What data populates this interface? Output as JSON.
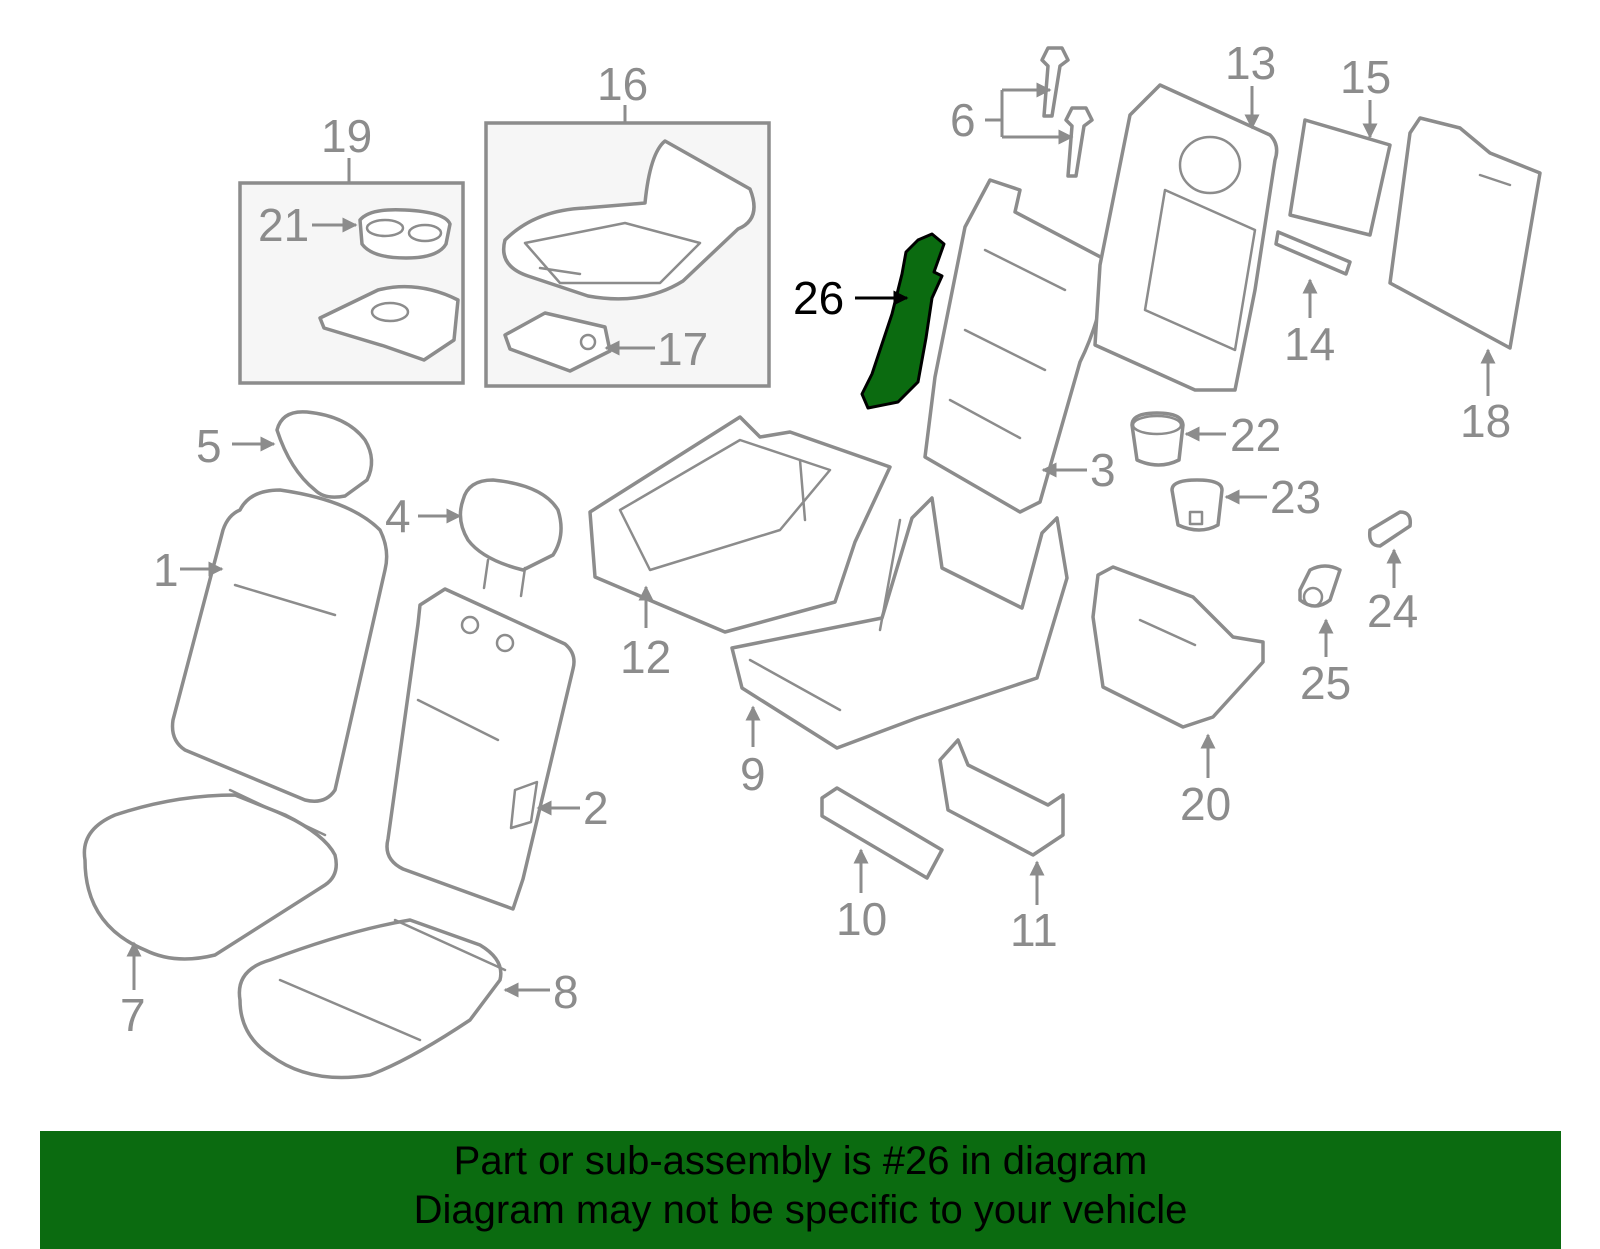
{
  "diagram": {
    "highlight_color": "#0b6b10",
    "part_labels": [
      {
        "id": "1",
        "text": "1"
      },
      {
        "id": "2",
        "text": "2"
      },
      {
        "id": "3",
        "text": "3"
      },
      {
        "id": "4",
        "text": "4"
      },
      {
        "id": "5",
        "text": "5"
      },
      {
        "id": "6",
        "text": "6"
      },
      {
        "id": "7",
        "text": "7"
      },
      {
        "id": "8",
        "text": "8"
      },
      {
        "id": "9",
        "text": "9"
      },
      {
        "id": "10",
        "text": "10"
      },
      {
        "id": "11",
        "text": "11"
      },
      {
        "id": "12",
        "text": "12"
      },
      {
        "id": "13",
        "text": "13"
      },
      {
        "id": "14",
        "text": "14"
      },
      {
        "id": "15",
        "text": "15"
      },
      {
        "id": "16",
        "text": "16"
      },
      {
        "id": "17",
        "text": "17"
      },
      {
        "id": "18",
        "text": "18"
      },
      {
        "id": "19",
        "text": "19"
      },
      {
        "id": "20",
        "text": "20"
      },
      {
        "id": "21",
        "text": "21"
      },
      {
        "id": "22",
        "text": "22"
      },
      {
        "id": "23",
        "text": "23"
      },
      {
        "id": "24",
        "text": "24"
      },
      {
        "id": "25",
        "text": "25"
      },
      {
        "id": "26",
        "text": "26"
      }
    ],
    "highlighted_part": "26"
  },
  "banner": {
    "line1": "Part or sub-assembly is #26 in diagram",
    "line2": "Diagram may not be specific to your vehicle",
    "background": "#0b6b10"
  }
}
